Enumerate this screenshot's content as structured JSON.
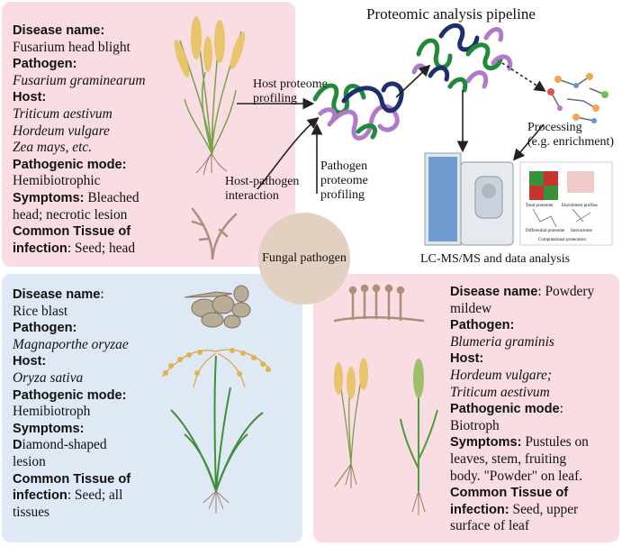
{
  "title": "Proteomic analysis pipeline",
  "center_node": "Fungal pathogen",
  "flow_labels": {
    "host_profiling": [
      "Host proteome",
      "profiling"
    ],
    "host_pathogen": [
      "Host-pathogen",
      "interaction"
    ],
    "pathogen_profiling": [
      "Pathogen",
      "proteome",
      "profiling"
    ],
    "processing": [
      "Processing",
      "(e.g. enrichment)"
    ],
    "lcms": "LC-MS/MS and data analysis"
  },
  "instrument_screen": {
    "total_proteome": "Total proteome",
    "enrichment_profiles": "Enrichment profiles",
    "differential_proteome": "Differential proteome",
    "interactome": "Interactome",
    "computational_proteomics": "Computational proteomics"
  },
  "fusarium": {
    "disease_label": "Disease name:",
    "disease": "Fusarium head blight",
    "pathogen_label": "Pathogen:",
    "pathogen": "Fusarium graminearum",
    "host_label": "Host:",
    "hosts": [
      "Triticum aestivum",
      "Hordeum vulgare",
      "Zea mays, etc."
    ],
    "mode_label": "Pathogenic mode:",
    "mode": "Hemibiotrophic",
    "symptoms_label": "Symptoms:",
    "symptoms_1": "Bleached",
    "symptoms_2": "head; necrotic lesion",
    "tissue_label_1": "Common Tissue of",
    "tissue_label_2": "infection",
    "tissue": ": Seed; head"
  },
  "rice_blast": {
    "disease_label": "Disease name",
    "disease_colon": ":",
    "disease": "Rice blast",
    "pathogen_label": "Pathogen:",
    "pathogen": "Magnaporthe oryzae",
    "host_label": "Host:",
    "host": "Oryza sativa",
    "mode_label": "Pathogenic mode:",
    "mode": "Hemibiotroph",
    "symptoms_label": "Symptoms:",
    "symptoms_initial": "D",
    "symptoms_1": "iamond-shaped",
    "symptoms_2": "lesion",
    "tissue_label_1": "Common Tissue of",
    "tissue_label_2": "infection",
    "tissue_1": ": Seed; all",
    "tissue_2": "tissues"
  },
  "powdery": {
    "disease_label": "Disease name",
    "disease_1": ": Powdery",
    "disease_2": "mildew",
    "pathogen_label": "Pathogen:",
    "pathogen": "Blumeria graminis",
    "host_label": "Host:",
    "hosts": [
      "Hordeum vulgare;",
      "Triticum aestivum"
    ],
    "mode_label": "Pathogenic mode",
    "mode_colon": ":",
    "mode": "Biotroph",
    "symptoms_label": "Symptoms:",
    "symptoms_1": "Pustules on",
    "symptoms_2": "leaves, stem, fruiting",
    "symptoms_3": "body. \"Powder\" on leaf.",
    "tissue_label_1": "Common Tissue of",
    "tissue_label_2": "infection:",
    "tissue_1": "Seed, upper",
    "tissue_2": "surface of leaf"
  },
  "colors": {
    "pink_panel": "#f9dde3",
    "blue_panel": "#dfe8f5",
    "fungal_circle": "#e2d0c1",
    "protein_green": "#1f8a3b",
    "protein_navy": "#1f2f6e",
    "protein_violet": "#b07ac8",
    "wheat": "#e8c56a",
    "stem_green": "#4c9a3e",
    "root_brown": "#b08c7a"
  }
}
